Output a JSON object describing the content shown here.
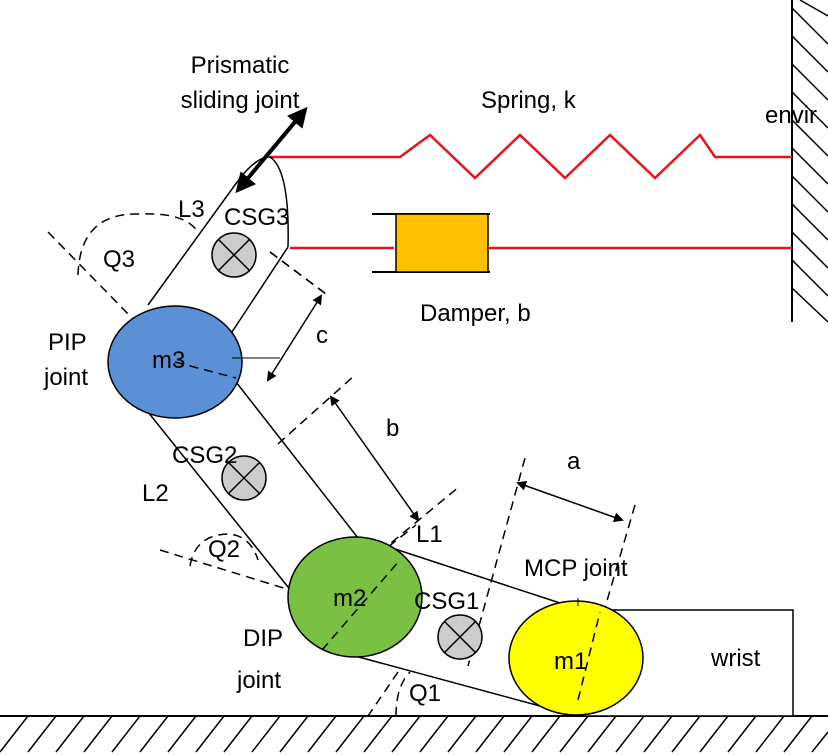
{
  "labels": {
    "prismatic_line1": "Prismatic",
    "prismatic_line2": "sliding joint",
    "spring": "Spring, k",
    "environment": "envir",
    "damper": "Damper, b",
    "pip_line1": "PIP",
    "pip_line2": "joint",
    "dip_line1": "DIP",
    "dip_line2": "joint",
    "mcp": "MCP joint",
    "wrist": "wrist",
    "l1": "L1",
    "l2": "L2",
    "l3": "L3",
    "q1": "Q1",
    "q2": "Q2",
    "q3": "Q3",
    "m1": "m1",
    "m2": "m2",
    "m3": "m3",
    "csg1": "CSG1",
    "csg2": "CSG2",
    "csg3": "CSG3",
    "dim_a": "a",
    "dim_b": "b",
    "dim_c": "c"
  },
  "colors": {
    "spring_damper": "#e8141c",
    "damper_body": "#ffc000",
    "m1_fill": "#ffff00",
    "m2_fill": "#7ac143",
    "m3_fill": "#5b8fd6",
    "csg_fill": "#cccccc"
  }
}
